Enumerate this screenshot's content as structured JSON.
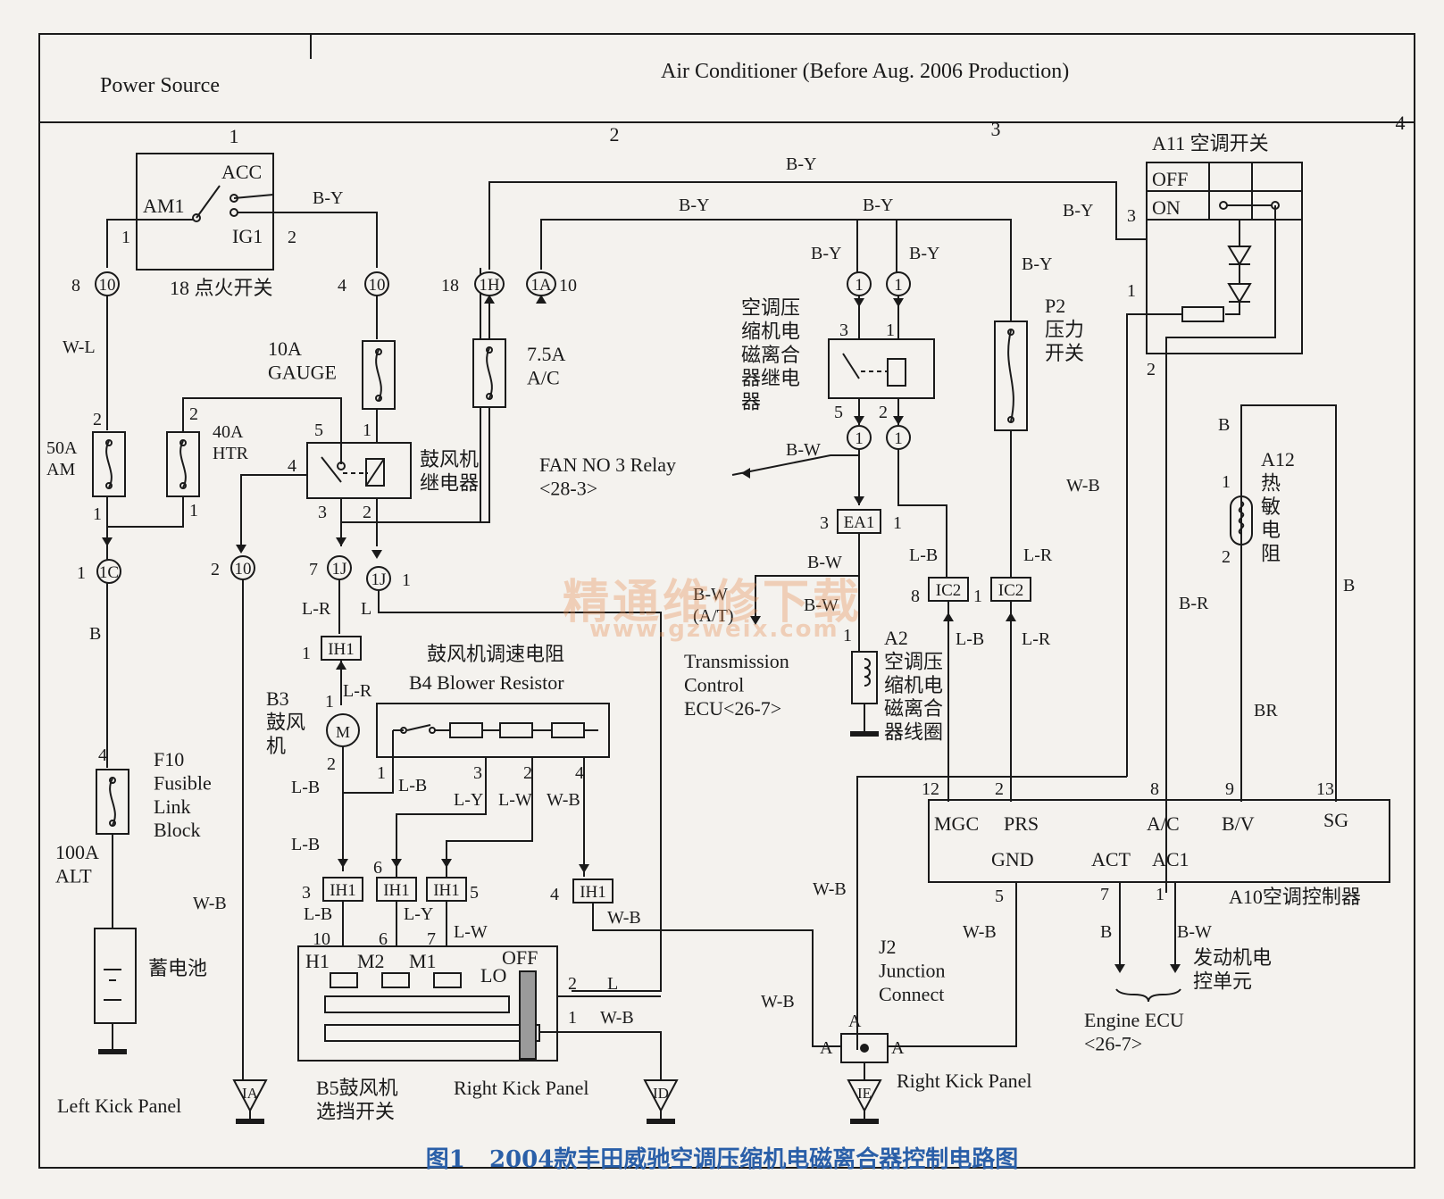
{
  "header": {
    "left": "Power Source",
    "right": "Air Conditioner (Before Aug. 2006 Production)"
  },
  "columns": [
    "1",
    "2",
    "3",
    "4"
  ],
  "watermark": {
    "line1": "精通维修下载",
    "line2": "www.gzweix.com"
  },
  "caption": {
    "num": "图1",
    "text": "2004款丰田威驰空调压缩机电磁离合器控制电路图"
  },
  "ignition": {
    "acc": "ACC",
    "am1": "AM1",
    "ig1": "IG1",
    "pin1": "1",
    "pin2": "2",
    "label": "18  点火开关"
  },
  "wires": {
    "by": "B-Y",
    "wl": "W-L",
    "b": "B",
    "wb": "W-B",
    "lr": "L-R",
    "l": "L",
    "lb": "L-B",
    "ly": "L-Y",
    "lw": "L-W",
    "bw": "B-W",
    "br": "B-R",
    "BR": "BR",
    "bwat": "B-W\n(A/T)"
  },
  "fuses": {
    "gauge": "10A\nGAUGE",
    "ac": "7.5A\nA/C",
    "htr": "40A\nHTR",
    "am": "50A\nAM",
    "fusible": "F10\nFusible\nLink\nBlock",
    "alt": "100A\nALT"
  },
  "components": {
    "blower_relay": "鼓风机\n继电器",
    "clutch_relay": "空调压\n缩机电\n磁离合\n器继电\n器",
    "p2": "P2\n压力\n开关",
    "a11": "A11  空调开关",
    "off": "OFF",
    "on": "ON",
    "a12": "A12\n热\n敏\n电\n阻",
    "fan_relay": "FAN NO 3 Relay\n<28-3>",
    "tcu": "Transmission\nControl\nECU<26-7>",
    "a2": "A2\n空调压\n缩机电\n磁离合\n器线圈",
    "b3": "B3\n鼓风\n机",
    "b4_cn": "鼓风机调速电阻",
    "b4_en": "B4 Blower Resistor",
    "battery": "蓄电池",
    "b5": "B5鼓风机\n选挡开关",
    "left_kick": "Left Kick Panel",
    "right_kick1": "Right Kick Panel",
    "right_kick2": "Right Kick Panel",
    "j2": "J2\nJunction\nConnect",
    "a10": "A10空调控制器",
    "engine_cn": "发动机电\n控单元",
    "engine_en": "Engine ECU\n<26-7>"
  },
  "a10_pins": {
    "mgc": "MGC",
    "prs": "PRS",
    "ac": "A/C",
    "bv": "B/V",
    "sg": "SG",
    "gnd": "GND",
    "act": "ACT",
    "ac1": "AC1"
  },
  "b5_pins": {
    "h1": "H1",
    "m2": "M2",
    "m1": "M1",
    "lo": "LO",
    "off": "OFF"
  },
  "connectors": {
    "c10": "10",
    "c1h": "1H",
    "c1a": "1A",
    "c1c": "1C",
    "c1j": "1J",
    "c1": "1",
    "ea1": "EA1",
    "ic2": "IC2",
    "ih1": "IH1",
    "ia": "IA",
    "id": "ID",
    "ie": "IE",
    "a": "A"
  }
}
